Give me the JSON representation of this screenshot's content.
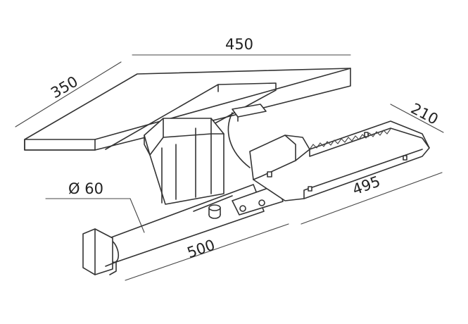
{
  "dimensions": {
    "panel_width": "450",
    "panel_depth": "350",
    "lamp_width": "210",
    "lamp_length": "495",
    "arm_diameter": "Ø 60",
    "arm_length": "500"
  },
  "colors": {
    "line": "#333333",
    "background": "#ffffff"
  }
}
